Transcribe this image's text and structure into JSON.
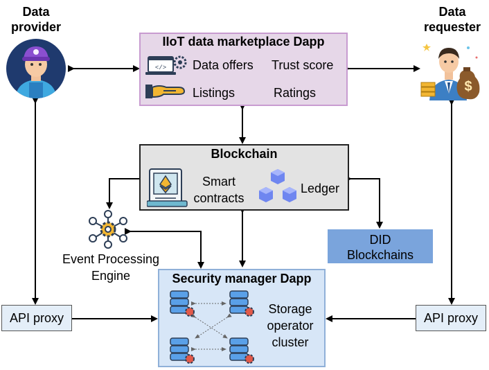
{
  "actors": {
    "provider": {
      "line1": "Data",
      "line2": "provider"
    },
    "requester": {
      "line1": "Data",
      "line2": "requester"
    }
  },
  "marketplace": {
    "title": "IIoT data marketplace Dapp",
    "data_offers": "Data offers",
    "trust_score": "Trust score",
    "listings": "Listings",
    "ratings": "Ratings"
  },
  "blockchain": {
    "title": "Blockchain",
    "smart_line1": "Smart",
    "smart_line2": "contracts",
    "ledger": "Ledger"
  },
  "did": {
    "line1": "DID",
    "line2": "Blockchains"
  },
  "event_engine": {
    "line1": "Event Processing",
    "line2": "Engine"
  },
  "security": {
    "title": "Security manager Dapp",
    "storage_line1": "Storage",
    "storage_line2": "operator",
    "storage_line3": "cluster"
  },
  "api_proxy_left": "API proxy",
  "api_proxy_right": "API proxy",
  "colors": {
    "marketplace_fill": "#e6d7e8",
    "marketplace_border": "#c89bd0",
    "blockchain_fill": "#e3e3e3",
    "did_fill": "#7aa4dc",
    "security_fill": "#d7e6f7",
    "security_border": "#8fb0d8",
    "api_fill": "#e4eef8"
  }
}
